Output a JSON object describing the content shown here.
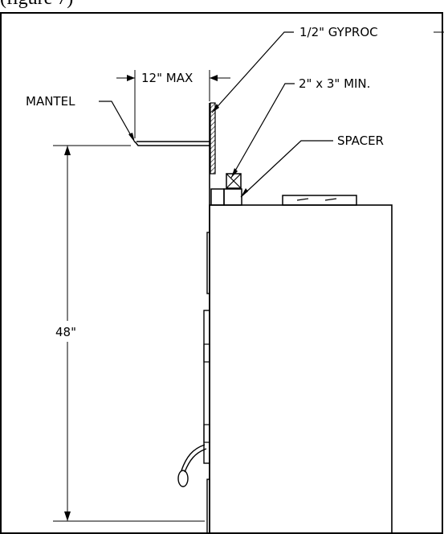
{
  "header": {
    "caption_fragment": "(figure 7)"
  },
  "labels": {
    "gyproc": "1/2\" GYPROC",
    "stud": "2\" x 3\" MIN.",
    "spacer": "SPACER",
    "mantel": "MANTEL",
    "mantel_max": "12\" MAX",
    "height": "48\""
  }
}
